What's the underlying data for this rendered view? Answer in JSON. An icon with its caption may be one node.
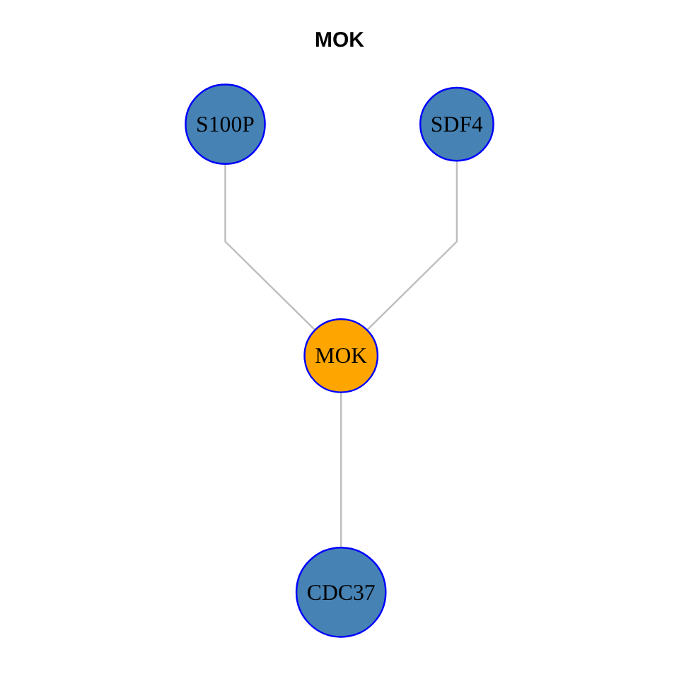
{
  "diagram": {
    "title": "MOK",
    "nodes": [
      {
        "text": [
          "S100P"
        ]
      },
      {
        "text": [
          "SDF4"
        ]
      },
      {
        "text": [
          "MOK"
        ]
      },
      {
        "text": [
          "CDC37"
        ]
      }
    ],
    "edges": [
      {
        "from": 0,
        "to": 2,
        "arrow": "none"
      },
      {
        "from": 1,
        "to": 2,
        "arrow": "none"
      },
      {
        "from": 2,
        "to": 3,
        "arrow": "none"
      }
    ]
  }
}
